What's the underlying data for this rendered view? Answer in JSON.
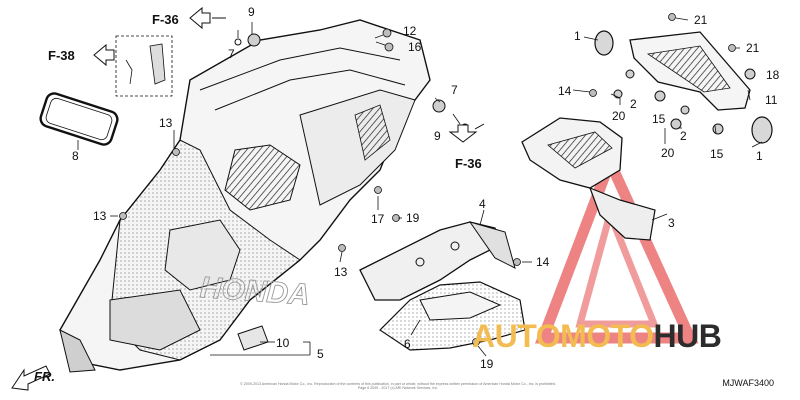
{
  "diagram": {
    "diagram_code": "MJWAF3400",
    "copyright_line1": "© 2009-2013 American Honda Motor Co., Inc. Reproduction of the contents of this publication, in part or whole, without the express written permission of American Honda Motor Co., Inc. is prohibited.",
    "copyright_line2": "Page 6 2009 - 2017 (c) ARI Network Services, Inc.",
    "brand_watermark": "HONDA",
    "watermark": {
      "part_a": "AUTOMOTO",
      "part_b": "HUB",
      "color_a": "#f2bc52",
      "color_b": "#2c2c2c",
      "triangle_color": "#e23b3b"
    },
    "front_label": "FR.",
    "references": [
      "F-36",
      "F-38",
      "F-36"
    ],
    "callouts": {
      "c1a": "1",
      "c1b": "1",
      "c2a": "2",
      "c2b": "2",
      "c3": "3",
      "c4": "4",
      "c5": "5",
      "c6": "6",
      "c7a": "7",
      "c7b": "7",
      "c8": "8",
      "c9a": "9",
      "c9b": "9",
      "c10": "10",
      "c11": "11",
      "c12": "12",
      "c13a": "13",
      "c13b": "13",
      "c13c": "13",
      "c14a": "14",
      "c14b": "14",
      "c15a": "15",
      "c15b": "15",
      "c16": "16",
      "c17": "17",
      "c18": "18",
      "c19a": "19",
      "c19b": "19",
      "c20a": "20",
      "c20b": "20",
      "c21a": "21",
      "c21b": "21"
    }
  }
}
